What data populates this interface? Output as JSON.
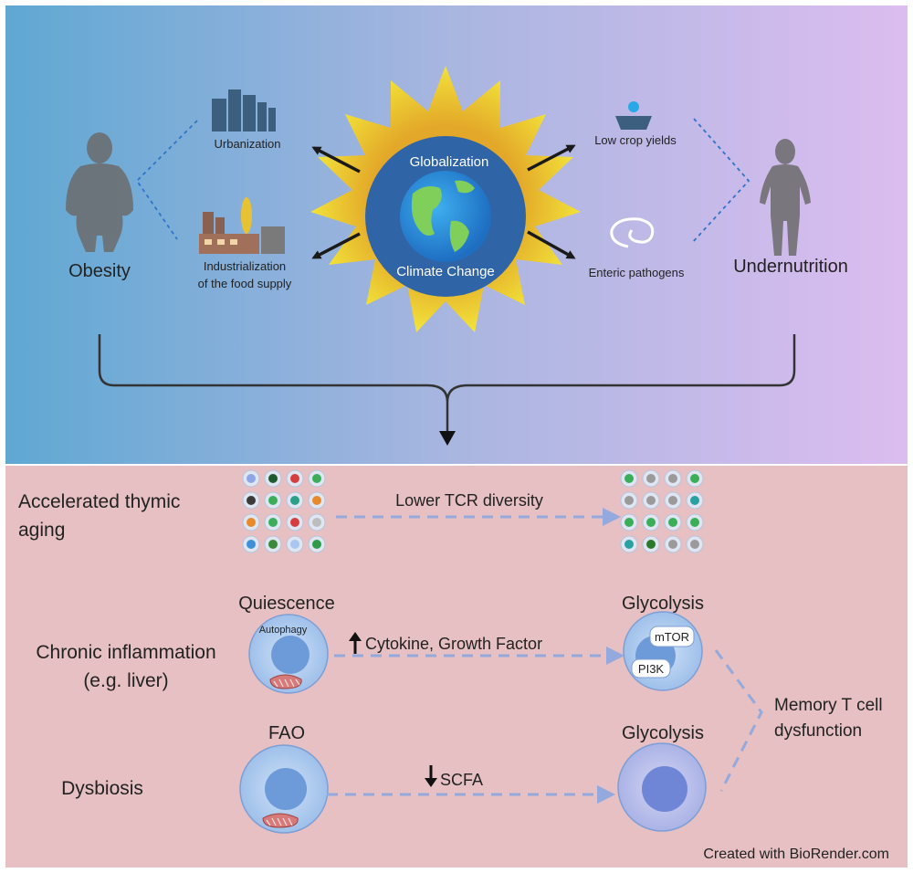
{
  "top": {
    "left_condition": "Obesity",
    "right_condition": "Undernutrition",
    "center_top": "Globalization",
    "center_bottom": "Climate Change",
    "factors_left": [
      "Urbanization",
      "Industrialization",
      "of the food supply"
    ],
    "factors_right": [
      "Low crop yields",
      "Enteric pathogens"
    ]
  },
  "bottom": {
    "row1_label": [
      "Accelerated thymic",
      "aging"
    ],
    "row1_arrow_label": "Lower TCR diversity",
    "row2_label": [
      "Chronic inflammation",
      "(e.g. liver)"
    ],
    "row2_left_state": "Quiescence",
    "row2_left_organelle": "Autophagy",
    "row2_arrow_label": "Cytokine, Growth Factor",
    "row2_right_state": "Glycolysis",
    "row2_right_proteins": [
      "mTOR",
      "PI3K"
    ],
    "row3_label": "Dysbiosis",
    "row3_left_state": "FAO",
    "row3_arrow_label": "SCFA",
    "row3_right_state": "Glycolysis",
    "outcome": [
      "Memory T cell",
      "dysfunction"
    ],
    "credit": "Created with BioRender.com"
  },
  "colors": {
    "top_gradient": [
      "#5fa8d3",
      "#a9b6e0",
      "#dcbdf0"
    ],
    "bottom_panel": "#e6c0c2",
    "sun_outer": "#f2e23a",
    "sun_inner": "#e3a829",
    "globe_disc": "#2f6aa8",
    "dashed_arrow": "#94a9dd"
  }
}
